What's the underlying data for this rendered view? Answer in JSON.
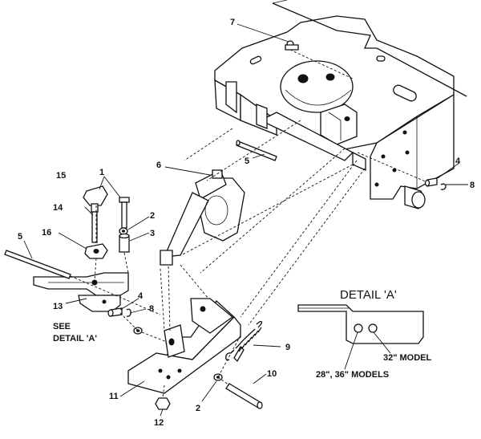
{
  "callouts": [
    {
      "id": "c1",
      "label": "1"
    },
    {
      "id": "c2a",
      "label": "2"
    },
    {
      "id": "c2b",
      "label": "2"
    },
    {
      "id": "c3",
      "label": "3"
    },
    {
      "id": "c4a",
      "label": "4"
    },
    {
      "id": "c4b",
      "label": "4"
    },
    {
      "id": "c5a",
      "label": "5"
    },
    {
      "id": "c5b",
      "label": "5"
    },
    {
      "id": "c6",
      "label": "6"
    },
    {
      "id": "c7",
      "label": "7"
    },
    {
      "id": "c8a",
      "label": "8"
    },
    {
      "id": "c8b",
      "label": "8"
    },
    {
      "id": "c9",
      "label": "9"
    },
    {
      "id": "c10",
      "label": "10"
    },
    {
      "id": "c11",
      "label": "11"
    },
    {
      "id": "c12",
      "label": "12"
    },
    {
      "id": "c13",
      "label": "13"
    },
    {
      "id": "c14",
      "label": "14"
    },
    {
      "id": "c15",
      "label": "15"
    },
    {
      "id": "c16",
      "label": "16"
    }
  ],
  "notes": {
    "see_line1": "SEE",
    "see_line2": "DETAIL 'A'"
  },
  "detail": {
    "title": "DETAIL 'A'",
    "label_small": "28\", 36\" MODELS",
    "label_large": "32\" MODEL"
  }
}
